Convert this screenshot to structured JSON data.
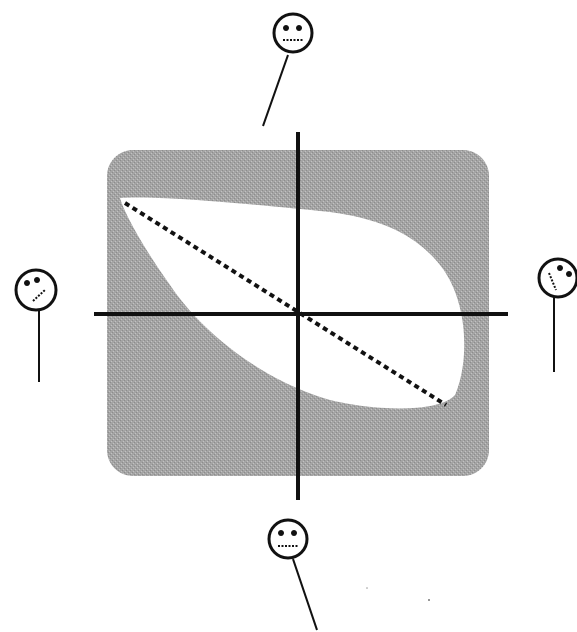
{
  "colors": {
    "background": "#ffffff",
    "panel": "#a4a4a4",
    "panel_texture": "#8c8c8c",
    "shape_fill": "#ffffff",
    "line": "#111111"
  },
  "observers": [
    {
      "id": "top",
      "icon": "neutral-face-icon",
      "expression": "neutral"
    },
    {
      "id": "left",
      "icon": "tilted-face-icon",
      "expression": "tilted"
    },
    {
      "id": "right",
      "icon": "tilted-face-icon",
      "expression": "tilted"
    },
    {
      "id": "bottom",
      "icon": "neutral-face-icon",
      "expression": "neutral"
    }
  ]
}
